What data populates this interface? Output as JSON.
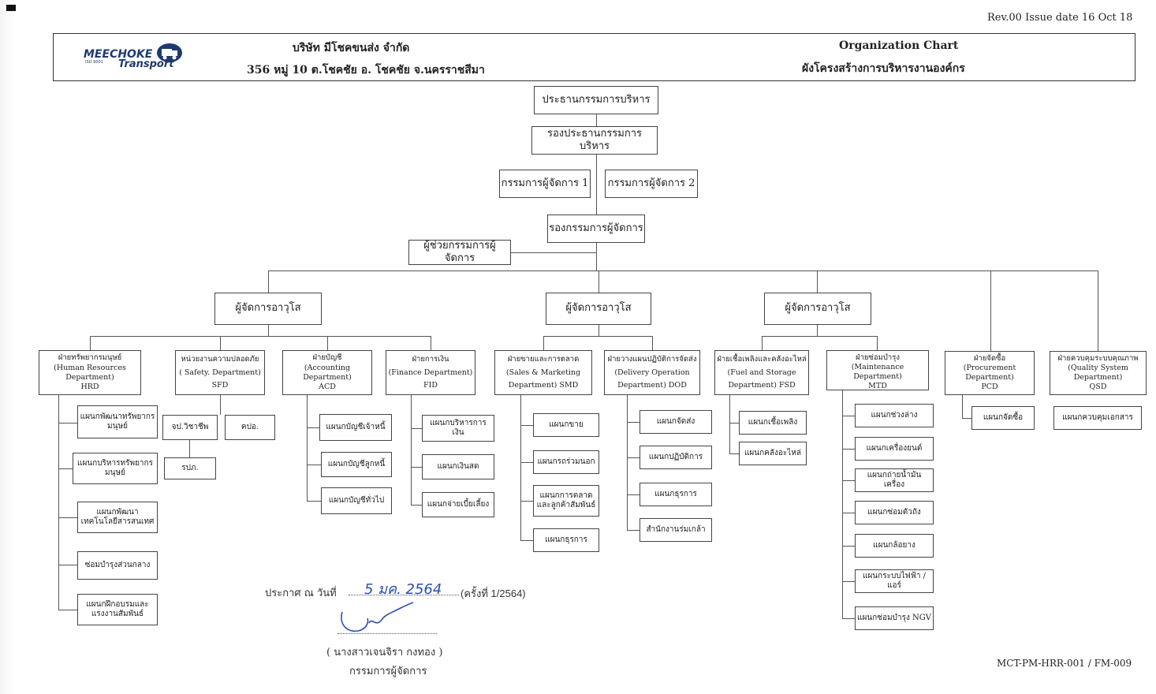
{
  "document": {
    "revision": "Rev.00 Issue date 16 Oct 18",
    "form_code": "MCT-PM-HRR-001 / FM-009"
  },
  "header": {
    "logo_text": "MEECHOKE",
    "logo_sub": "Transport",
    "logo_iso": "ISO 9001",
    "company_name": "บริษัท มีโชคขนส่ง จำกัด",
    "company_address": "356 หมู่ 10 ต.โชคชัย อ. โชคชัย จ.นครราชสีมา",
    "chart_title_en": "Organization Chart",
    "chart_title_th": "ผังโครงสร้างการบริหารงานองค์กร"
  },
  "top": {
    "chairman": "ประธานกรรมการบริหาร",
    "vice_chairman": "รองประธานกรรมการบริหาร",
    "md1": "กรรมการผู้จัดการ 1",
    "md2": "กรรมการผู้จัดการ 2",
    "deputy_md": "รองกรรมการผู้จัดการ",
    "assistant_md": "ผู้ช่วยกรรมการผู้จัดการ"
  },
  "senior_managers": [
    "ผู้จัดการอาวุโส",
    "ผู้จัดการอาวุโส",
    "ผู้จัดการอาวุโส"
  ],
  "departments": [
    {
      "th": "ฝ่ายทรัพยากรมนุษย์",
      "en": "(Human Resources Department)",
      "code": "HRD",
      "units": [
        "แผนกพัฒนาทรัพยากรมนุษย์",
        "แผนกบริหารทรัพยากรมนุษย์",
        "แผนกพัฒนาเทคโนโลยีสารสนเทศ",
        "ซ่อมบำรุงส่วนกลาง",
        "แผนกฝึกอบรมและแรงงานสัมพันธ์"
      ]
    },
    {
      "th": "หน่วยงานความปลอดภัย",
      "en": "( Safety. Department)",
      "code": "SFD",
      "units": [
        "จป.วิชาชีพ",
        "คปอ.",
        "รปภ."
      ]
    },
    {
      "th": "ฝ่ายบัญชี",
      "en": "(Accounting Department)",
      "code": "ACD",
      "units": [
        "แผนกบัญชีเจ้าหนี้",
        "แผนกบัญชีลูกหนี้",
        "แผนกบัญชีทั่วไป"
      ]
    },
    {
      "th": "ฝ่ายการเงิน",
      "en": "(Finance Department)",
      "code": "FID",
      "units": [
        "แผนกบริหารการเงิน",
        "แผนกเงินสด",
        "แผนกจ่ายเบี้ยเลี้ยง"
      ]
    },
    {
      "th": "ฝ่ายขายและการตลาด",
      "en": "(Sales & Marketing",
      "code": "Department) SMD",
      "units": [
        "แผนกขาย",
        "แผนกรถร่วมนอก",
        "แผนกการตลาดและลูกค้าสัมพันธ์",
        "แผนกธุรการ"
      ]
    },
    {
      "th": "ฝ่ายวางแผนปฏิบัติการจัดส่ง",
      "en": "(Delivery Operation",
      "code": "Department) DOD",
      "units": [
        "แผนกจัดส่ง",
        "แผนกปฏิบัติการ",
        "แผนกธุรการ",
        "สำนักงานร่มเกล้า"
      ]
    },
    {
      "th": "ฝ่ายเชื้อเพลิงและคลังอะไหล่",
      "en": "(Fuel and Storage",
      "code": "Department) FSD",
      "units": [
        "แผนกเชื้อเพลิง",
        "แผนกคลังอะไหล่"
      ]
    },
    {
      "th": "ฝ่ายซ่อมบำรุง",
      "en": "(Maintenance Department)",
      "code": "MTD",
      "units": [
        "แผนกช่วงล่าง",
        "แผนกเครื่องยนต์",
        "แผนกถ่ายน้ำมันเครื่อง",
        "แผนกซ่อมตัวถัง",
        "แผนกล้อยาง",
        "แผนกระบบไฟฟ้า / แอร์",
        "แผนกซ่อมบำรุง NGV"
      ]
    },
    {
      "th": "ฝ่ายจัดซื้อ",
      "en": "(Procurement Department)",
      "code": "PCD",
      "units": [
        "แผนกจัดซื้อ"
      ]
    },
    {
      "th": "ฝ่ายควบคุมระบบคุณภาพ",
      "en": "(Quality System Department)",
      "code": "QSD",
      "units": [
        "แผนกควบคุมเอกสาร"
      ]
    }
  ],
  "announcement": {
    "label": "ประกาศ ณ วันที่",
    "date_handwritten": "5 มค. 2564",
    "issue_no": "(ครั้งที่ 1/2564)",
    "signer_name": "( นางสาวเจนจิรา กงทอง )",
    "signer_title": "กรรมการผู้จัดการ"
  }
}
